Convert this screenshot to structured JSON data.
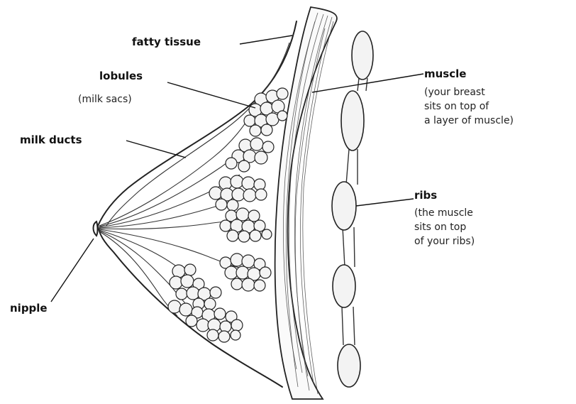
{
  "labels": {
    "fatty_tissue": "fatty tissue",
    "lobules": "lobules",
    "lobules_sub": "(milk sacs)",
    "milk_ducts": "milk ducts",
    "muscle": "muscle",
    "muscle_sub": [
      "(your breast",
      "sits on top of",
      "a layer of muscle)"
    ],
    "ribs": "ribs",
    "ribs_sub": [
      "(the muscle",
      "sits on top",
      "of your ribs)"
    ],
    "nipple": "nipple"
  },
  "colors": {
    "ink": "#1a1a1a",
    "background": "#ffffff",
    "fill": "#f4f4f4"
  }
}
